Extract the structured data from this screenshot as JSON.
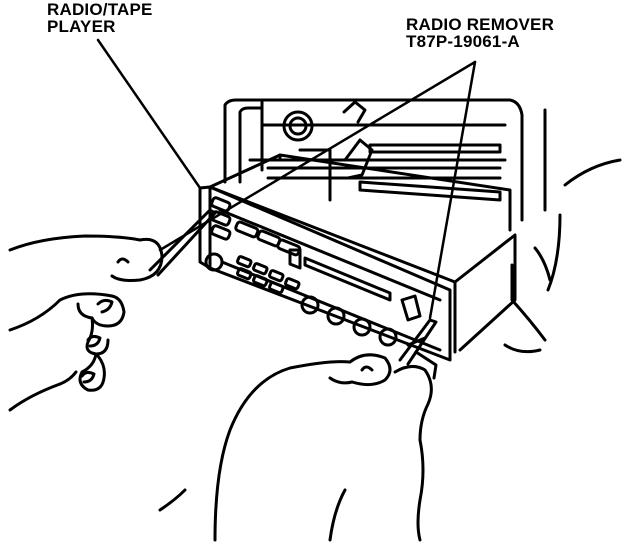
{
  "labels": {
    "radio_tape_player": [
      "RADIO/TAPE",
      "PLAYER"
    ],
    "radio_remover": [
      "RADIO REMOVER",
      "T87P-19061-A"
    ]
  },
  "colors": {
    "ink": "#000000",
    "paper": "#ffffff"
  },
  "icons": [
    "radio-tape-player",
    "radio-remover-tool",
    "left-hand",
    "right-hand",
    "dashboard"
  ]
}
